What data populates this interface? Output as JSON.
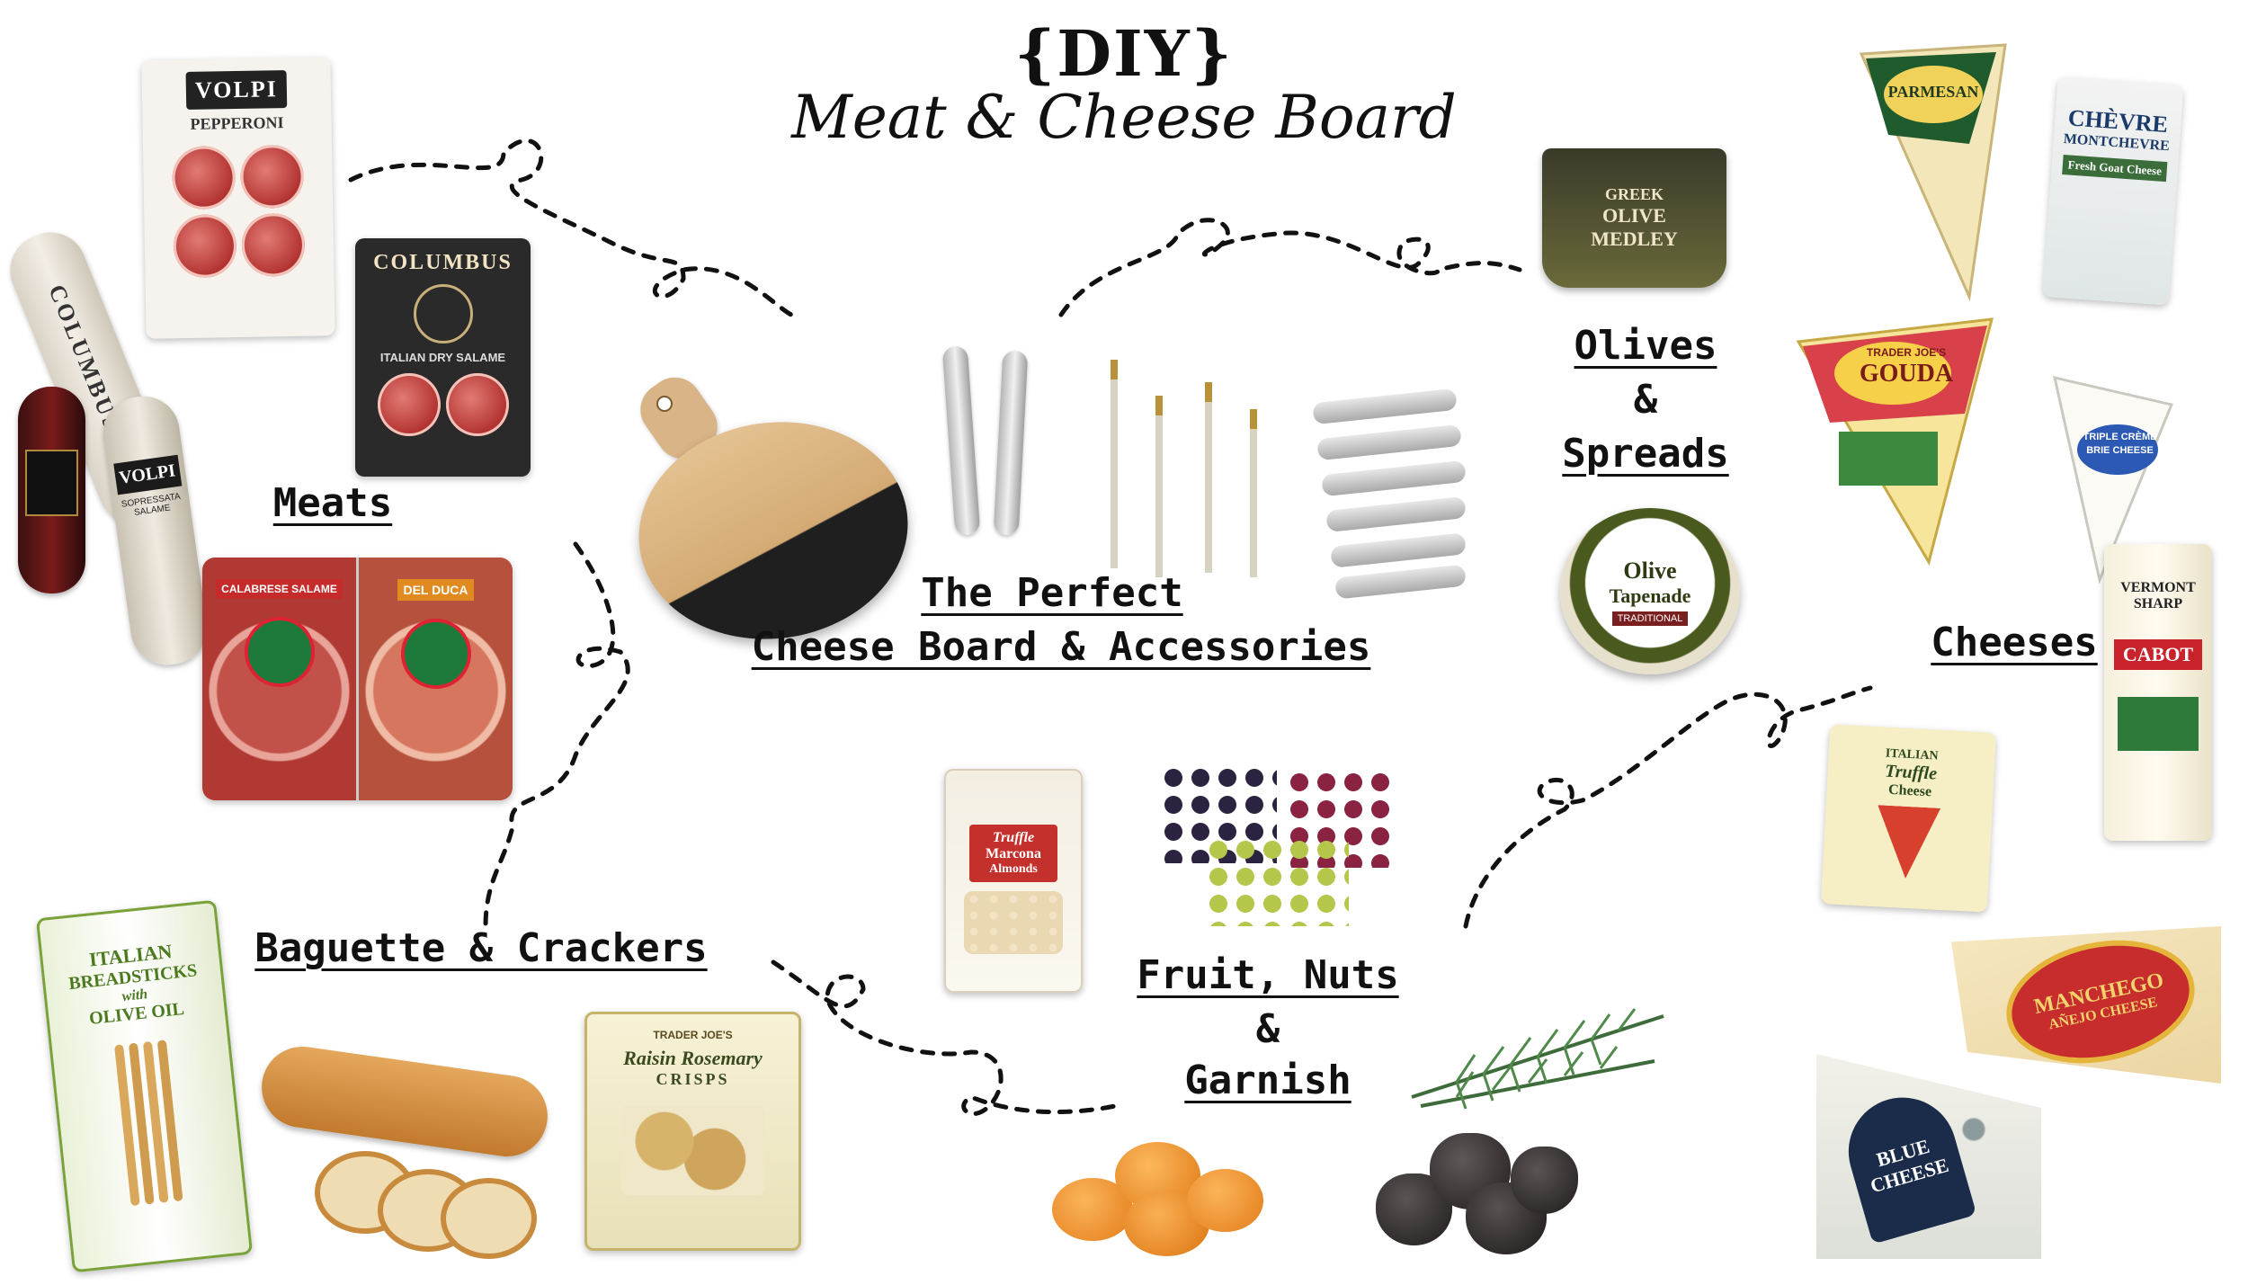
{
  "header": {
    "title": "{DIY}",
    "subtitle": "Meat & Cheese Board"
  },
  "sections": {
    "meats": "Meats",
    "board_line1": "The Perfect",
    "board_line2": "Cheese Board & Accessories",
    "olives_line1": "Olives",
    "olives_line2": "&",
    "olives_line3": "Spreads",
    "cheeses": "Cheeses",
    "baguette": "Baguette & Crackers",
    "fruit_line1": "Fruit, Nuts",
    "fruit_line2": "&",
    "fruit_line3": "Garnish"
  },
  "products": {
    "volpi_pepperoni": {
      "brand": "VOLPI",
      "name": "PEPPERONI"
    },
    "columbus_salame": {
      "brand": "COLUMBUS",
      "name": "ITALIAN DRY SALAME"
    },
    "columbus_stick": {
      "brand": "COLUMBUS"
    },
    "volpi_soppressata": {
      "brand": "VOLPI",
      "name": "SOPRESSATA SALAME"
    },
    "del_duca": {
      "left": "CALABRESE SALAME",
      "right": "DEL DUCA"
    },
    "greek_olives": {
      "line1": "GREEK",
      "line2": "OLIVE",
      "line3": "MEDLEY"
    },
    "olive_tapenade": {
      "line1": "Olive",
      "line2": "Tapenade",
      "line3": "TRADITIONAL"
    },
    "parmesan": {
      "name": "PARMESAN"
    },
    "chevre": {
      "line1": "CHÈVRE",
      "line2": "MONTCHEVRE",
      "line3": "Fresh Goat Cheese"
    },
    "gouda": {
      "brand": "TRADER JOE'S",
      "name": "GOUDA"
    },
    "brie": {
      "line1": "TRIPLE CRÈME",
      "line2": "BRIE CHEESE"
    },
    "cabot": {
      "line1": "VERMONT",
      "line2": "SHARP",
      "line3": "CABOT"
    },
    "truffle_cheese": {
      "line1": "ITALIAN",
      "line2": "Truffle",
      "line3": "Cheese"
    },
    "manchego": {
      "line1": "MANCHEGO",
      "line2": "AÑEJO CHEESE"
    },
    "blue_cheese": {
      "line1": "BLUE",
      "line2": "CHEESE"
    },
    "breadsticks": {
      "line1": "ITALIAN",
      "line2": "BREADSTICKS",
      "line3": "with",
      "line4": "OLIVE OIL"
    },
    "crisps": {
      "brand": "TRADER JOE'S",
      "line1": "Raisin Rosemary",
      "line2": "CRISPS"
    },
    "almonds": {
      "line1": "Truffle",
      "line2": "Marcona",
      "line3": "Almonds"
    }
  },
  "colors": {
    "background": "#ffffff",
    "ink": "#111111",
    "salami": "#b0302f",
    "wood": "#d9b487",
    "board_dark": "#1f1f1f",
    "cheese_yellow": "#f3e08a",
    "gouda_red": "#d8414a",
    "olive_green": "#4a5a1f"
  }
}
